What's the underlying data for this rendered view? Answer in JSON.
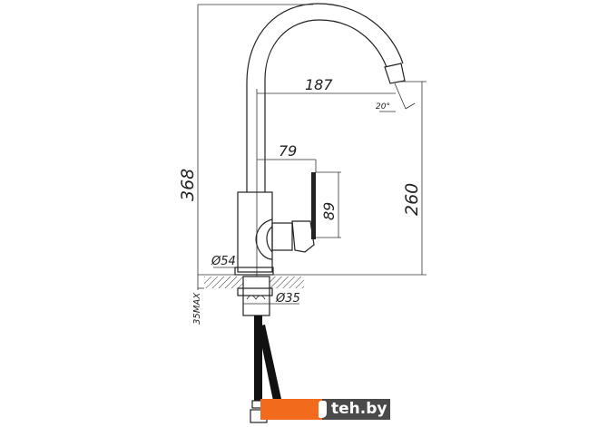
{
  "drawing": {
    "dimensions": {
      "total_height": "368",
      "spout_reach": "187",
      "spout_angle": "20°",
      "spout_height": "260",
      "handle_reach": "79",
      "handle_height": "89",
      "base_diameter": "Ø54",
      "mount_diameter": "Ø35",
      "counter_thickness": "35MAX"
    }
  },
  "watermark": {
    "text": "teh.by",
    "colors": {
      "orange": "#f26a1b",
      "gray": "#4a4a4a"
    }
  }
}
